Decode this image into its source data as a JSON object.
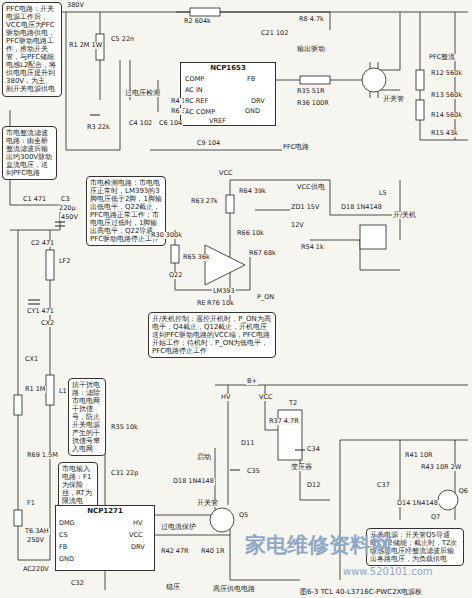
{
  "diagram": {
    "caption": "图6-3 TCL 40-L3716C-PWC2X电源板",
    "nodes": [
      {
        "text": [
          "PFC电路：开关电源工作后，VCC电压为PFC驱动电路供电，PFC驱动电路工作，推动开关管，与PFC储能电感L2配合，将供电电压提升到380V，为主、副开关电源供电"
        ]
      },
      {
        "text": [
          "市电整流滤波电路：由全桥整流滤波后输出约300V脉动直流电压，送到PFC电路"
        ]
      },
      {
        "text": [
          "市电检测电路：市电电压正常时，LM393的3脚电压低于2脚，1脚输出低电平，Q22截止，PFC电路正常工作；市电电压过低时，1脚输出高电平，Q22导通，PFC驱动电路停止工作"
        ]
      },
      {
        "text": [
          "开/关机控制：遥控开机时，P_ON为高电平，Q4截止，Q12截止，开机电压送到PFC驱动电路的VCC端，PFC电路开始工作；待机时，P_ON为低电平，PFC电路停止工作"
        ]
      },
      {
        "text": [
          "抗干扰电路：滤除市电电网干扰信号，防止开关电源产生的干扰信号窜入电网"
        ]
      },
      {
        "text": [
          "市电输入电路：F1为保险丝，RT为限流电阻，R69为泄放电阻"
        ]
      },
      {
        "text": [
          "开关电源：开关管Q5导通时，T2储能；截止时，T2次级感应电压经整流滤波后输出各路电压，为负载供电"
        ]
      },
      {
        "text": [
          "NCP1653"
        ]
      },
      {
        "text": [
          "NCP1271"
        ]
      }
    ],
    "labels": [
      "380V",
      "R1 2M 1W",
      "C5 22n",
      "R2 604k",
      "C21 102",
      "R8 4.7k",
      "过电压检测",
      "C4 102",
      "C6 104",
      "R4 15k",
      "R6 3k",
      "R3 22k",
      "C9 104",
      "PFC电路",
      "R35 51R",
      "R36 100R",
      "输出驱动",
      "开关管",
      "PFC整流",
      "R12 560k",
      "R13 560k",
      "R14 560k",
      "R15 43k",
      "VCC供电",
      "ZD1 15V",
      "D18 1N4148",
      "L5",
      "开/关机",
      "VCC",
      "R64 39k",
      "R63 27k",
      "R30 300k",
      "R66 10k",
      "R67 68k",
      "LM393",
      "R65 36k",
      "REF",
      "R76 10k",
      "P_ON",
      "12V",
      "R54 1k",
      "Q22",
      "C1 471",
      "C3",
      "220μ",
      "450V",
      "C2 471",
      "LF2",
      "CY1 471",
      "CX2",
      "CX1",
      "R1 1M",
      "L1",
      "R69 1.5M",
      "F1",
      "T6.3AH",
      "250V",
      "AC220V",
      "HV",
      "VCC",
      "R37 4.7R",
      "T2",
      "变压器",
      "D11",
      "C34",
      "C35",
      "D12",
      "R35 10k",
      "C31 22p",
      "D18 1N4148",
      "启动",
      "DMG",
      "CS",
      "FB",
      "GND",
      "HV",
      "VCC",
      "DRV",
      "C32",
      "R42 47R",
      "过电流保护",
      "R40 1R",
      "Q5",
      "开关管",
      "稳压",
      "B+",
      "R41 10R",
      "R43 10R 2W",
      "Q6",
      "Q7",
      "D14 1N4148",
      "C37",
      "高压供电电路",
      "COMP",
      "AC IN",
      "RC REF",
      "AC COMP",
      "VREF",
      "FB",
      "DRV",
      "GND",
      "家电维修资料网",
      "www.520101.com"
    ]
  }
}
